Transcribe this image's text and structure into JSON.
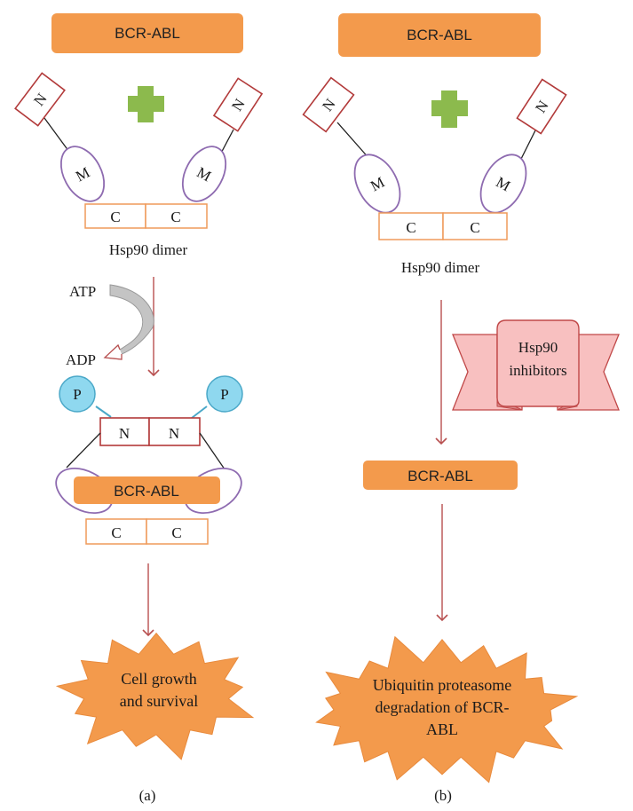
{
  "panel_a": {
    "top_label": "BCR-ABL",
    "domain_n_left": "N",
    "domain_n_right": "N",
    "domain_m_left": "M",
    "domain_m_right": "M",
    "domain_c_left": "C",
    "domain_c_right": "C",
    "dimer_caption": "Hsp90 dimer",
    "atp_label": "ATP",
    "adp_label": "ADP",
    "phospho_left": "P",
    "phospho_right": "P",
    "closed_n_left": "N",
    "closed_n_right": "N",
    "bound_label": "BCR-ABL",
    "closed_c_left": "C",
    "closed_c_right": "C",
    "outcome_line1": "Cell growth",
    "outcome_line2": "and survival",
    "panel_caption": "(a)"
  },
  "panel_b": {
    "top_label": "BCR-ABL",
    "domain_n_left": "N",
    "domain_n_right": "N",
    "domain_m_left": "M",
    "domain_m_right": "M",
    "domain_c_left": "C",
    "domain_c_right": "C",
    "dimer_caption": "Hsp90 dimer",
    "inhibitor_line1": "Hsp90",
    "inhibitor_line2": "inhibitors",
    "mid_label": "BCR-ABL",
    "outcome_line1": "Ubiquitin proteasome",
    "outcome_line2": "degradation of BCR-",
    "outcome_line3": "ABL",
    "panel_caption": "(b)"
  },
  "colors": {
    "orange": "#f39a4c",
    "box_red": "#b23a3a",
    "m_purple": "#8e6bb0",
    "c_orange": "#ef9a5a",
    "p_fill": "#8fd8ef",
    "green_plus": "#8cba4d",
    "arrow": "#b85050",
    "ribbon": "#f8c0c0"
  }
}
